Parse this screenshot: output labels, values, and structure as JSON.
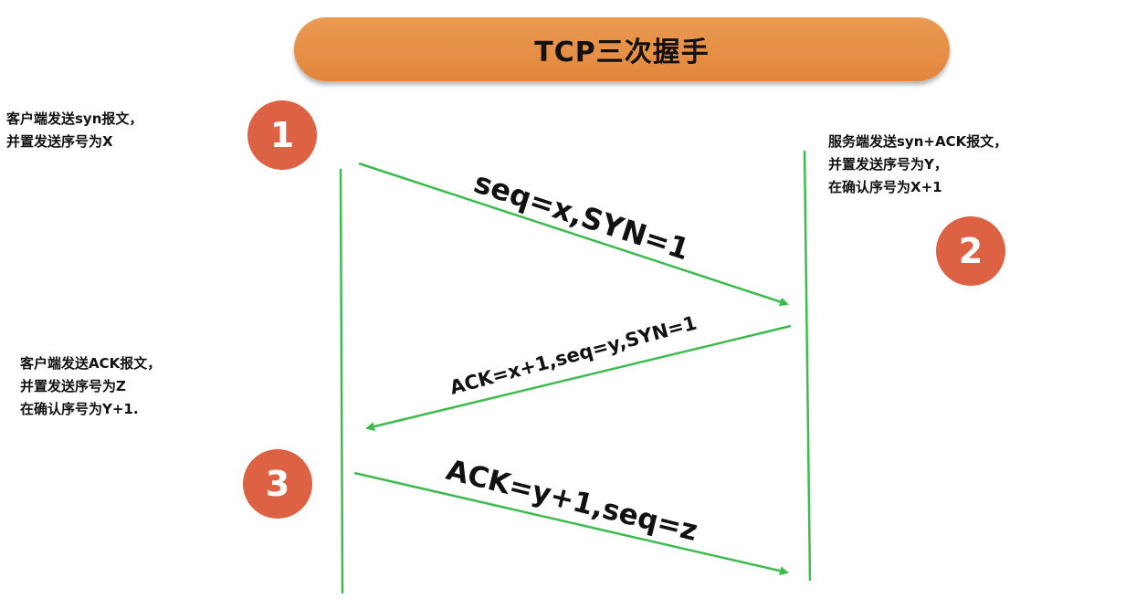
{
  "title": "TCP三次握手",
  "steps": [
    "1",
    "2",
    "3"
  ],
  "notes": {
    "client_syn": [
      "客户端发送syn报文，",
      "并置发送序号为X"
    ],
    "server_syn_ack": [
      "服务端发送syn+ACK报文，",
      "并置发送序号为Y，",
      "在确认序号为X+1"
    ],
    "client_ack": [
      "客户端发送ACK报文，",
      "并置发送序号为Z",
      "在确认序号为Y+1."
    ]
  },
  "messages": {
    "m1": "seq=x,SYN=1",
    "m2": "ACK=x+1,seq=y,SYN=1",
    "m3": "ACK=y+1,seq=z"
  },
  "colors": {
    "title_bg": "#e58c42",
    "step_circle": "#dd6143",
    "line": "#3dbb4e"
  }
}
